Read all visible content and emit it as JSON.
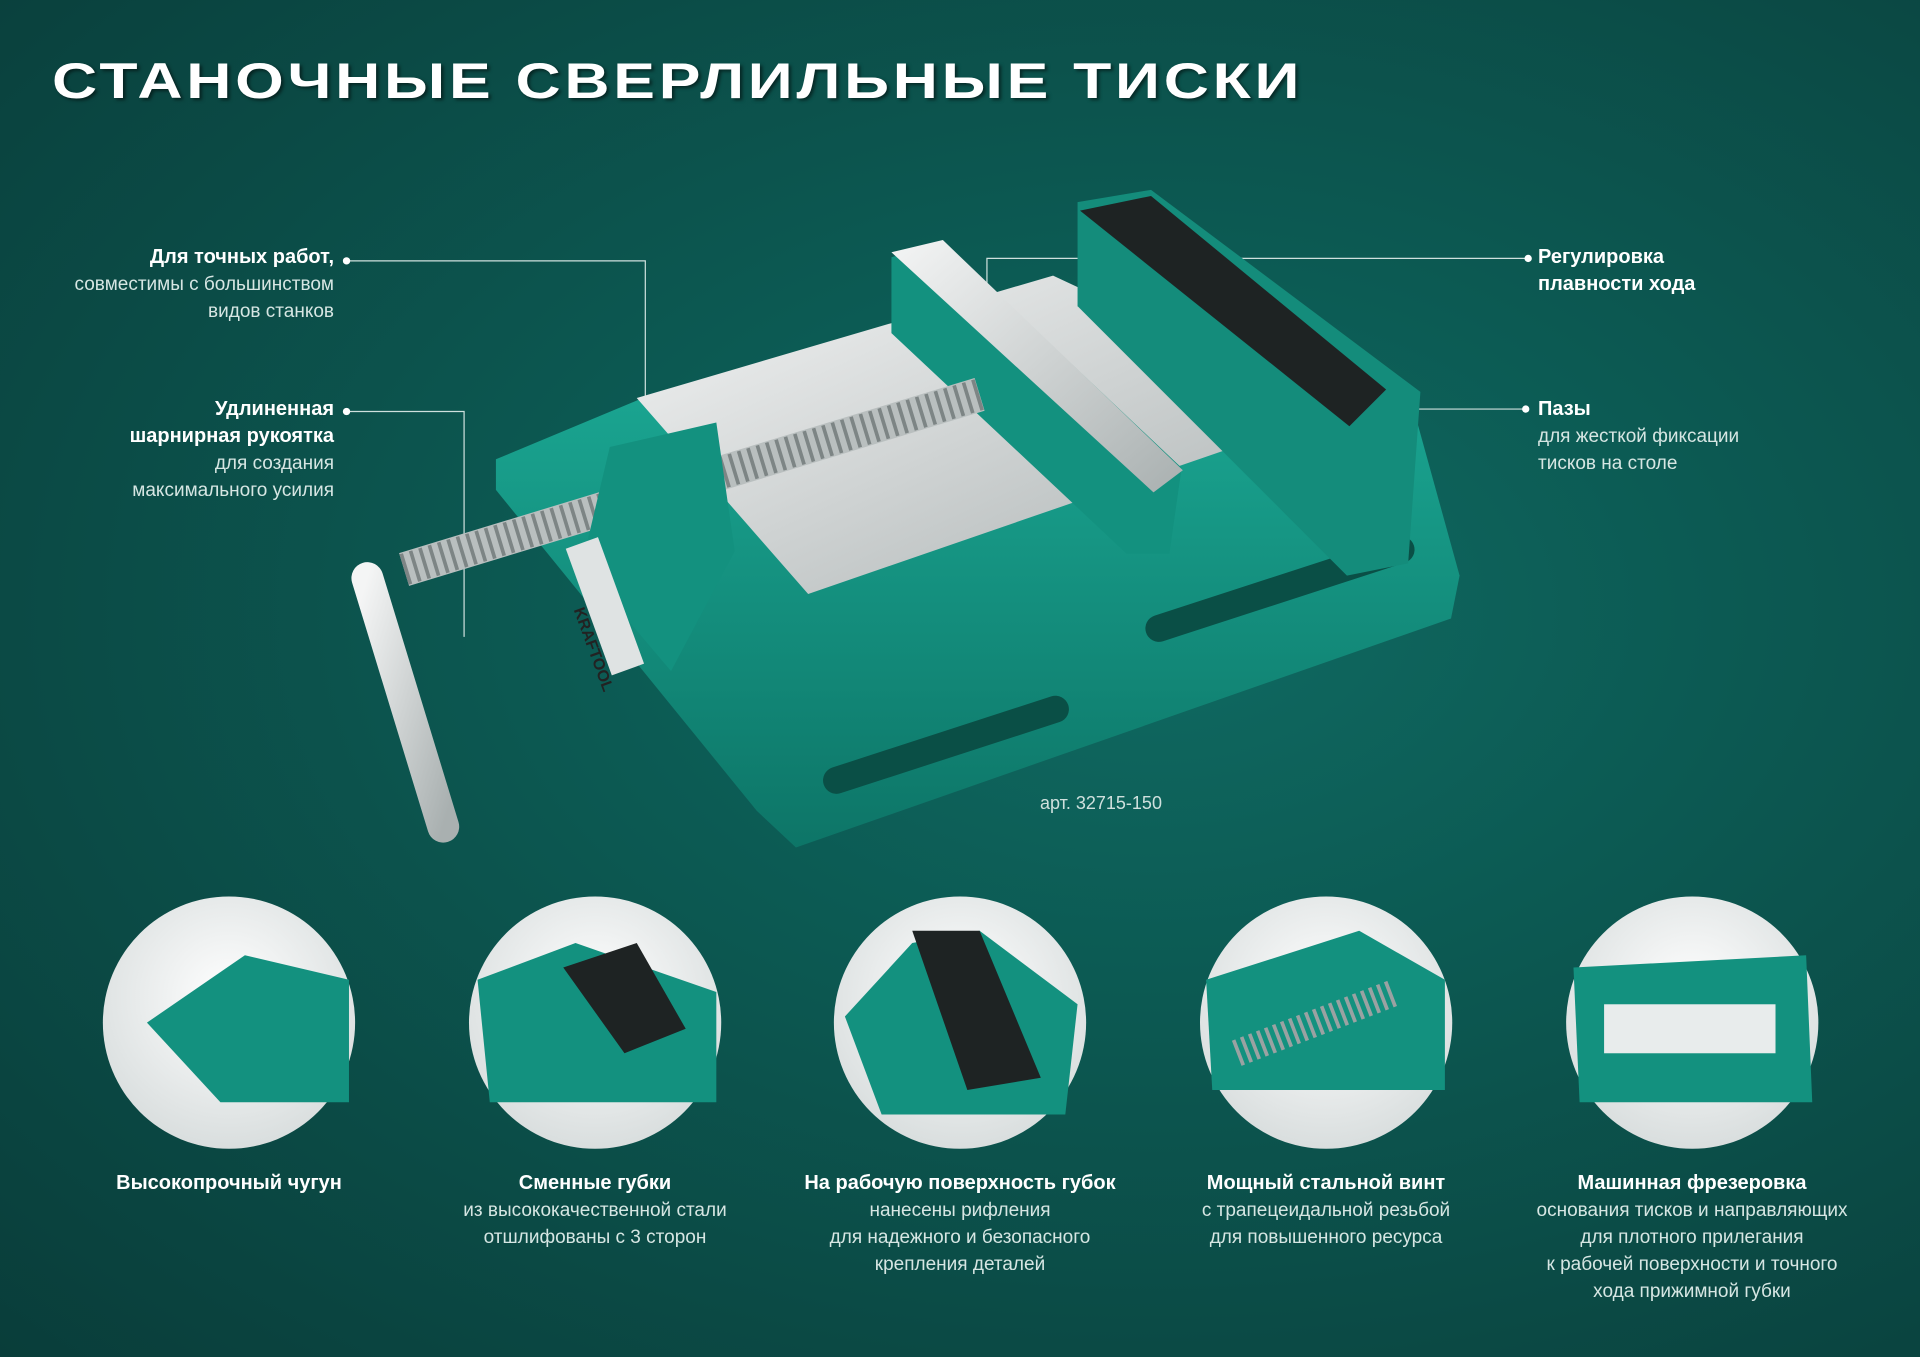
{
  "title": "СТАНОЧНЫЕ СВЕРЛИЛЬНЫЕ ТИСКИ",
  "callouts": [
    {
      "heading": "Для точных работ,",
      "lines": [
        "совместимы с большинством",
        "видов станков"
      ]
    },
    {
      "heading": "Удлиненная",
      "heading2": "шарнирная рукоятка",
      "lines": [
        "для создания",
        "максимального усилия"
      ]
    },
    {
      "heading": "Регулировка",
      "heading2": "плавности хода",
      "lines": []
    },
    {
      "heading": "Пазы",
      "lines": [
        "для жесткой фиксации",
        "тисков на столе"
      ]
    }
  ],
  "article": "арт. 32715-150",
  "brand": "KRAFTOOL",
  "features": [
    {
      "heading": "Высокопрочный чугун",
      "lines": []
    },
    {
      "heading": "Сменные губки",
      "lines": [
        "из высококачественной стали",
        "отшлифованы с 3 сторон"
      ]
    },
    {
      "heading": "На рабочую поверхность губок",
      "lines": [
        "нанесены рифления",
        "для надежного и безопасного",
        "крепления деталей"
      ]
    },
    {
      "heading": "Мощный стальной винт",
      "lines": [
        "с трапецеидальной резьбой",
        "для повышенного ресурса"
      ]
    },
    {
      "heading": "Машинная фрезеровка",
      "lines": [
        "основания тисков и направляющих",
        "для плотного прилегания",
        "к рабочей поверхности и точного",
        "хода прижимной губки"
      ]
    }
  ],
  "colors": {
    "teal": "#13917f",
    "background": "#0c5a53",
    "steel": "#d8dcdc"
  }
}
